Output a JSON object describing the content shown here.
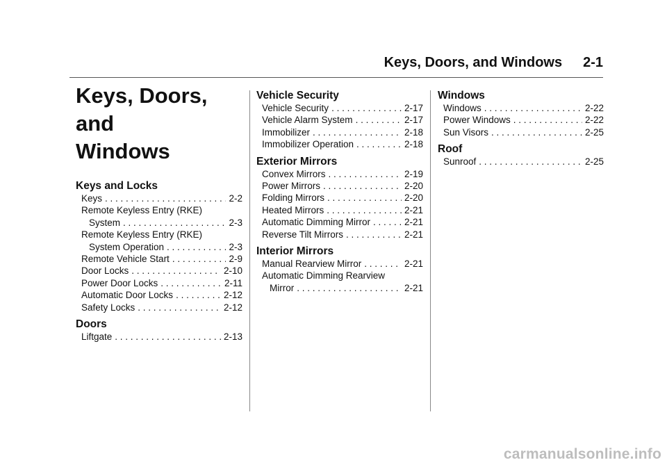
{
  "header": {
    "title": "Keys, Doors, and Windows",
    "page": "2-1"
  },
  "chapter": {
    "line1": "Keys, Doors, and",
    "line2": "Windows"
  },
  "col1": {
    "sections": [
      {
        "title": "Keys and Locks",
        "entries": [
          {
            "text": "Keys",
            "page": "2-2"
          },
          {
            "text": "Remote Keyless Entry (RKE)",
            "cont": "System",
            "page": "2-3"
          },
          {
            "text": "Remote Keyless Entry (RKE)",
            "cont": "System Operation",
            "page": "2-3"
          },
          {
            "text": "Remote Vehicle Start",
            "page": "2-9"
          },
          {
            "text": "Door Locks",
            "page": "2-10"
          },
          {
            "text": "Power Door Locks",
            "page": "2-11"
          },
          {
            "text": "Automatic Door Locks",
            "page": "2-12"
          },
          {
            "text": "Safety Locks",
            "page": "2-12"
          }
        ]
      },
      {
        "title": "Doors",
        "entries": [
          {
            "text": "Liftgate",
            "page": "2-13"
          }
        ]
      }
    ]
  },
  "col2": {
    "sections": [
      {
        "title": "Vehicle Security",
        "entries": [
          {
            "text": "Vehicle Security",
            "page": "2-17"
          },
          {
            "text": "Vehicle Alarm System",
            "page": "2-17"
          },
          {
            "text": "Immobilizer",
            "page": "2-18"
          },
          {
            "text": "Immobilizer Operation",
            "page": "2-18"
          }
        ]
      },
      {
        "title": "Exterior Mirrors",
        "entries": [
          {
            "text": "Convex Mirrors",
            "page": "2-19"
          },
          {
            "text": "Power Mirrors",
            "page": "2-20"
          },
          {
            "text": "Folding Mirrors",
            "page": "2-20"
          },
          {
            "text": "Heated Mirrors",
            "page": "2-21"
          },
          {
            "text": "Automatic Dimming Mirror",
            "page": "2-21"
          },
          {
            "text": "Reverse Tilt Mirrors",
            "page": "2-21"
          }
        ]
      },
      {
        "title": "Interior Mirrors",
        "entries": [
          {
            "text": "Manual Rearview Mirror",
            "page": "2-21"
          },
          {
            "text": "Automatic Dimming Rearview",
            "cont": "Mirror",
            "page": "2-21"
          }
        ]
      }
    ]
  },
  "col3": {
    "sections": [
      {
        "title": "Windows",
        "entries": [
          {
            "text": "Windows",
            "page": "2-22"
          },
          {
            "text": "Power Windows",
            "page": "2-22"
          },
          {
            "text": "Sun Visors",
            "page": "2-25"
          }
        ]
      },
      {
        "title": "Roof",
        "entries": [
          {
            "text": "Sunroof",
            "page": "2-25"
          }
        ]
      }
    ]
  },
  "watermark": "carmanualsonline.info"
}
